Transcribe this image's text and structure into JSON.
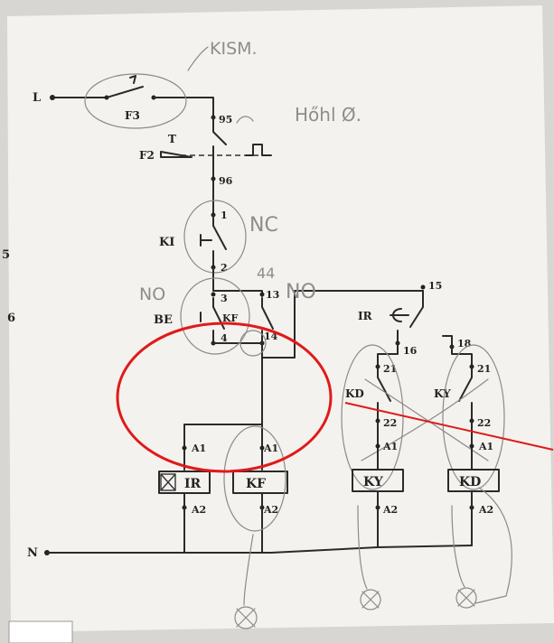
{
  "rails": {
    "line": "L",
    "neutral": "N"
  },
  "left_margin_marks": [
    "5",
    "6"
  ],
  "components": {
    "f3": "F3",
    "f2": "F2",
    "f2_t": "T",
    "ki": "KI",
    "be": "BE",
    "kf_contact": "KF",
    "ir_timer": "IR",
    "kd_contact": "KD",
    "ky_contact": "KY"
  },
  "terminals": {
    "t95": "95",
    "t96": "96",
    "t1": "1",
    "t2": "2",
    "t3": "3",
    "t4": "4",
    "t13": "13",
    "t14": "14",
    "t15": "15",
    "t16": "16",
    "t18": "18",
    "t21a": "21",
    "t21b": "21",
    "t22a": "22",
    "t22b": "22"
  },
  "coils": [
    {
      "name": "IR",
      "a1": "A1",
      "a2": "A2"
    },
    {
      "name": "KF",
      "a1": "A1",
      "a2": "A2"
    },
    {
      "name": "KY",
      "a1": "A1",
      "a2": "A2"
    },
    {
      "name": "KD",
      "a1": "A1",
      "a2": "A2"
    }
  ],
  "handwritten": {
    "kism": "KISM.",
    "hohl": "Hőhl Ø.",
    "nc": "NC",
    "no_left": "NO",
    "no_right": "NO",
    "n44": "44"
  },
  "colors": {
    "annotation": "#e01a1a",
    "ink": "#2a2a2a",
    "pencil": "#8a8a8a"
  }
}
